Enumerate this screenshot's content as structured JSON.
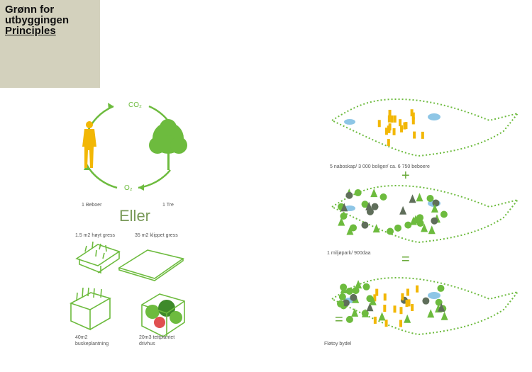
{
  "header": {
    "line1": "Grønn for",
    "line2": "utbyggingen",
    "line3": "Principles"
  },
  "cycle": {
    "co2": "CO₂",
    "o2": "O₂",
    "person_label": "1 Beboer",
    "tree_label": "1 Tre"
  },
  "eller": "Eller",
  "options": [
    {
      "label": "1.5 m2 høyt gress"
    },
    {
      "label": "35 m2 klippet gress"
    },
    {
      "label": "40m2 buskeplantning"
    },
    {
      "label": "20m3 tettplantet drivhus"
    }
  ],
  "maps": {
    "m1_label": "5 naboskap/ 3 000 boliger/ ca. 6 750 beboere",
    "plus": "+",
    "m2_label": "1 miljøpark/ 900daa",
    "equals1": "=",
    "equals2": "=",
    "m3_label": "Fløtoy bydel"
  },
  "colors": {
    "green": "#6dbb3e",
    "yellow": "#f2b705",
    "grey": "#5f6e5a",
    "water": "#8ec6e6",
    "box": "#d3d1bd"
  }
}
